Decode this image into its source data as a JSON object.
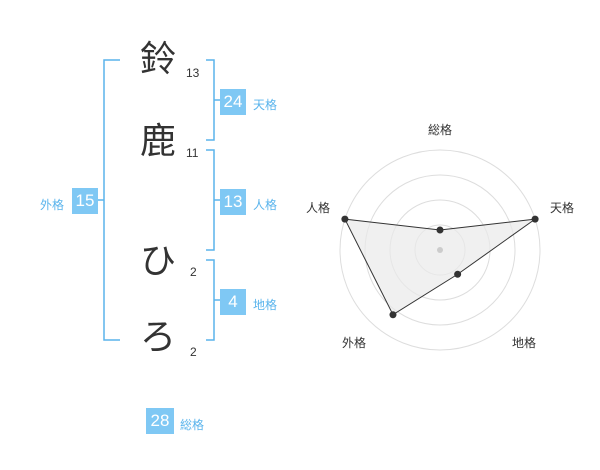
{
  "name_chars": [
    {
      "char": "鈴",
      "strokes": "13"
    },
    {
      "char": "鹿",
      "strokes": "11"
    },
    {
      "char": "ひ",
      "strokes": "2"
    },
    {
      "char": "ろ",
      "strokes": "2"
    }
  ],
  "grades": {
    "tenkaku": {
      "value": "24",
      "label": "天格"
    },
    "jinkaku": {
      "value": "13",
      "label": "人格"
    },
    "chikaku": {
      "value": "4",
      "label": "地格"
    },
    "gaikaku": {
      "value": "15",
      "label": "外格"
    },
    "soukaku": {
      "value": "28",
      "label": "総格"
    }
  },
  "colors": {
    "accent": "#7fc8f4",
    "label": "#5ab4ec",
    "bracket": "#5ab4ec",
    "radar_fill": "#e6e6e6"
  },
  "chart_data": {
    "type": "radar",
    "axes": [
      "総格",
      "天格",
      "地格",
      "外格",
      "人格"
    ],
    "values": [
      0.2,
      1.0,
      0.3,
      0.8,
      1.0
    ],
    "rings": 4
  }
}
